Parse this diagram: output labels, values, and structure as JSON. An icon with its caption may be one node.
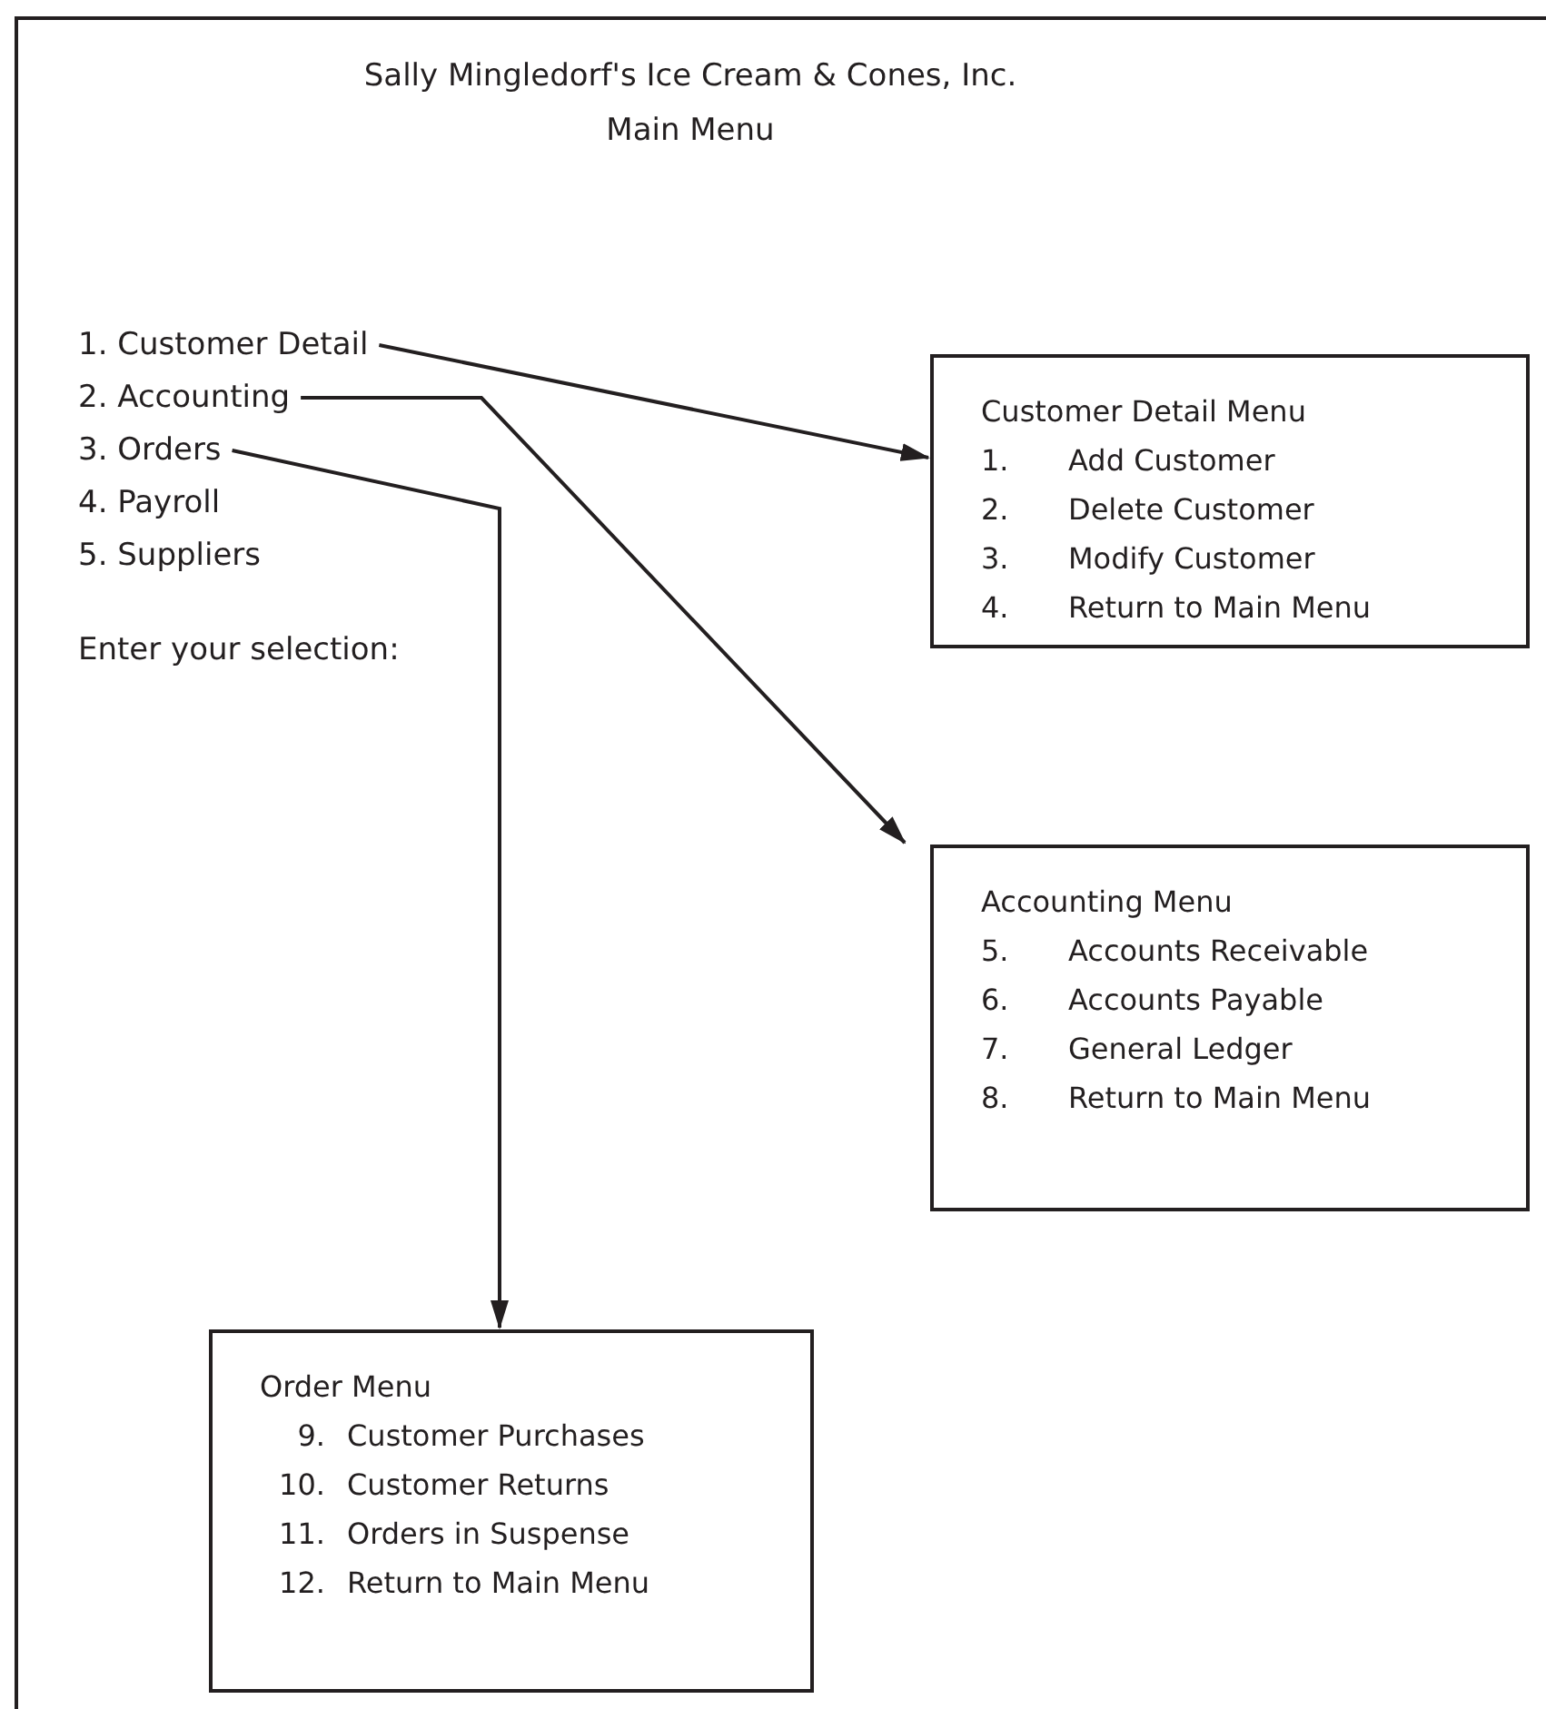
{
  "diagram": {
    "title": "Sally Mingledorf's Ice Cream & Cones, Inc.",
    "nodes": [
      {
        "text": [
          "1. Customer Detail"
        ]
      },
      {
        "text": [
          "2. Accounting"
        ]
      },
      {
        "text": [
          "3. Orders"
        ]
      },
      {
        "text": [
          "Customer Detail Menu",
          "1.",
          "Add Customer",
          "2.",
          "Delete Customer",
          "3.",
          "Modify Customer",
          "4.",
          "Return to Main Menu"
        ]
      },
      {
        "text": [
          "Accounting Menu",
          "5.",
          "Accounts Receivable",
          "6.",
          "Accounts Payable",
          "7.",
          "General Ledger",
          "8.",
          "Return to Main Menu"
        ]
      },
      {
        "text": [
          "Order Menu",
          "9.",
          "Customer Purchases",
          "10.",
          "Customer Returns",
          "11.",
          "Orders in Suspense",
          "12.",
          "Return to Main Menu"
        ]
      }
    ],
    "edges": [
      {
        "from": 0,
        "to": 3,
        "arrow": "to"
      },
      {
        "from": 1,
        "to": 4,
        "arrow": "to"
      },
      {
        "from": 2,
        "to": 5,
        "arrow": "to"
      }
    ],
    "labels": [
      "Main Menu",
      "4. Payroll",
      "5. Suppliers",
      "Enter your selection:"
    ]
  }
}
